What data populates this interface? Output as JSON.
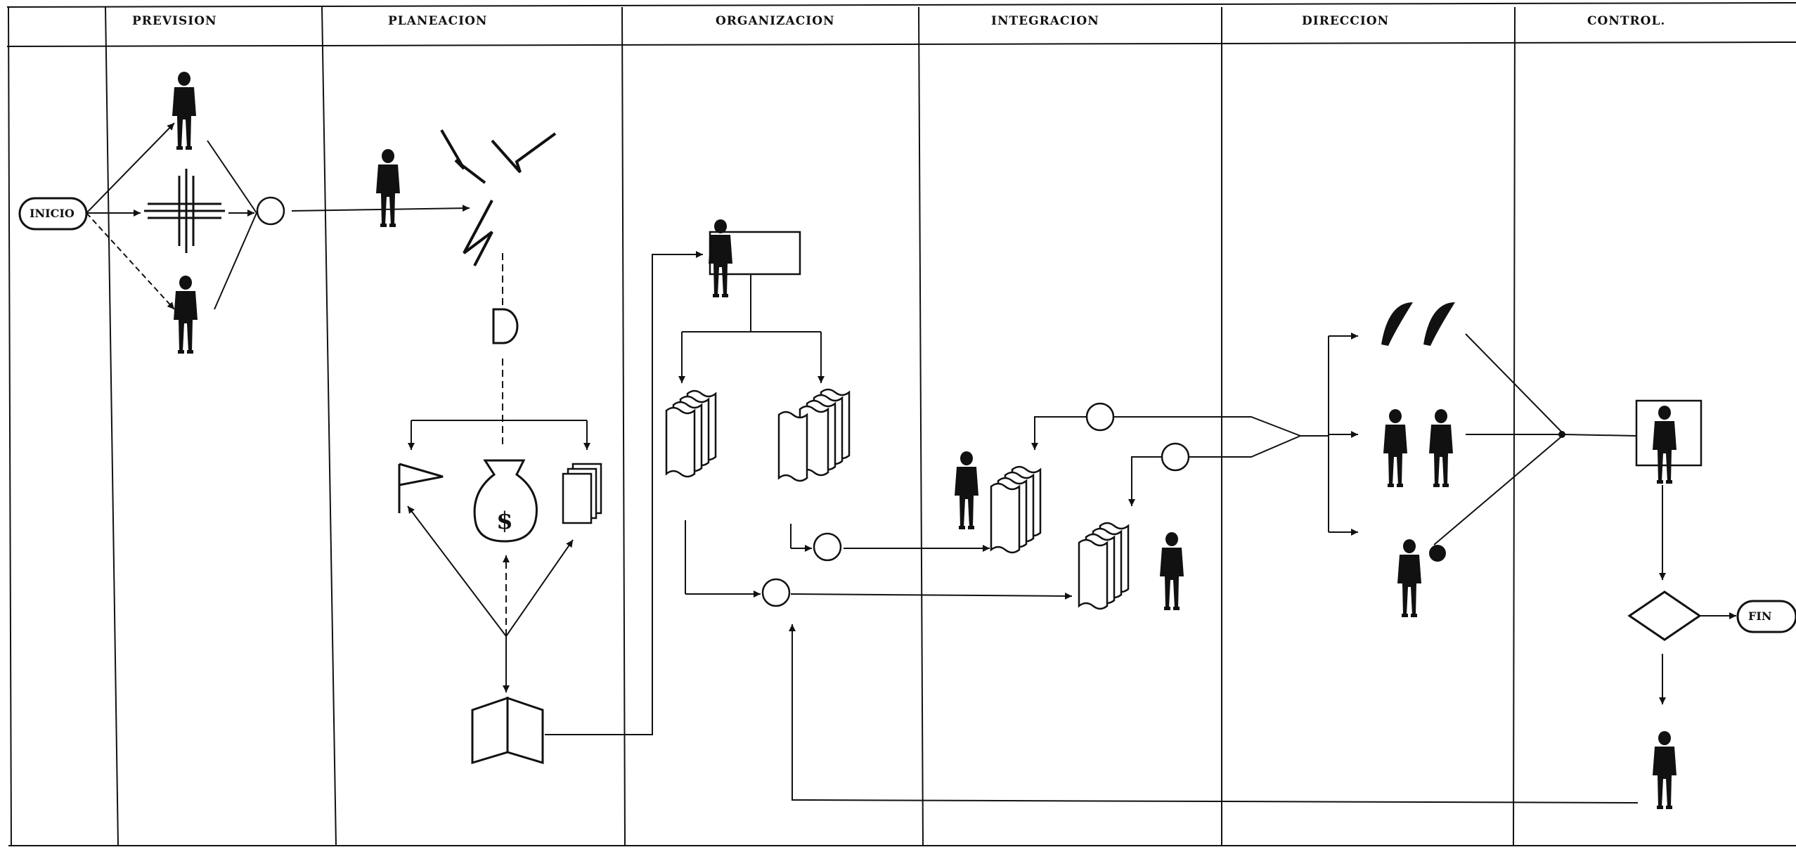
{
  "headers": {
    "prevision": "PREVISION",
    "planeacion": "PLANEACION",
    "organizacion": "ORGANIZACION",
    "integracion": "INTEGRACION",
    "direccion": "DIRECCION",
    "control": "CONTROL."
  },
  "terminals": {
    "start": "INICIO",
    "end": "FIN"
  },
  "colors": {
    "ink": "#111111",
    "paper": "#ffffff"
  },
  "icons": [
    "person-silhouette",
    "crossroads-icon",
    "lightning-icon",
    "delay-d-icon",
    "flag-icon",
    "money-bag-icon",
    "document-stack-icon",
    "open-book-icon",
    "hands-icon",
    "decision-diamond-icon",
    "connector-circle-icon"
  ]
}
